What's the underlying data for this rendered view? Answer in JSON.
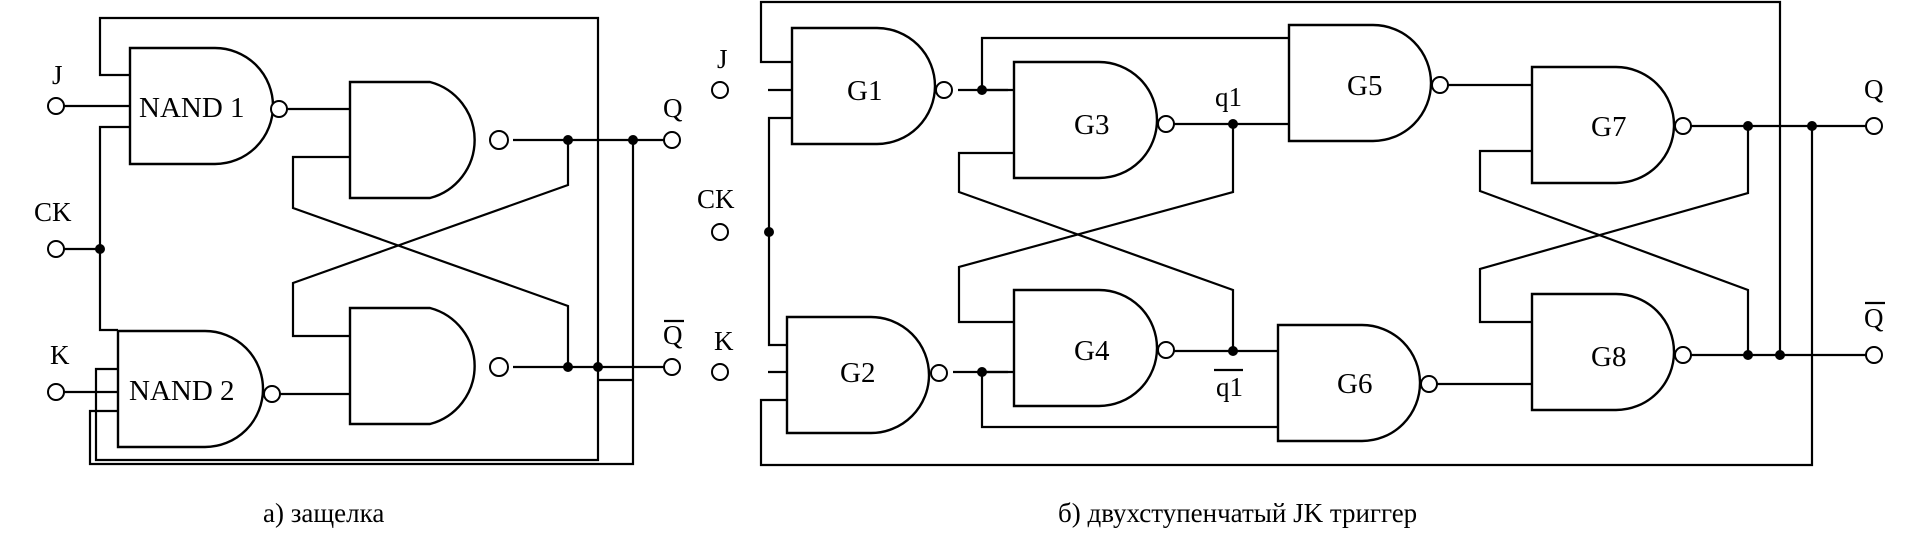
{
  "latch": {
    "caption": "а) защелка",
    "gates": [
      "NAND 1",
      "NAND 2"
    ],
    "inputs": {
      "j": "J",
      "ck": "CK",
      "k": "K"
    },
    "outputs": {
      "q": "Q",
      "q_bar": "Q"
    }
  },
  "master_slave": {
    "caption": "б) двухступенчатый JK триггер",
    "gates": [
      "G1",
      "G2",
      "G3",
      "G4",
      "G5",
      "G6",
      "G7",
      "G8"
    ],
    "inputs": {
      "j": "J",
      "ck": "CK",
      "k": "K"
    },
    "internal": {
      "q1": "q1",
      "q1_bar": "q1"
    },
    "outputs": {
      "q": "Q",
      "q_bar": "Q"
    }
  }
}
